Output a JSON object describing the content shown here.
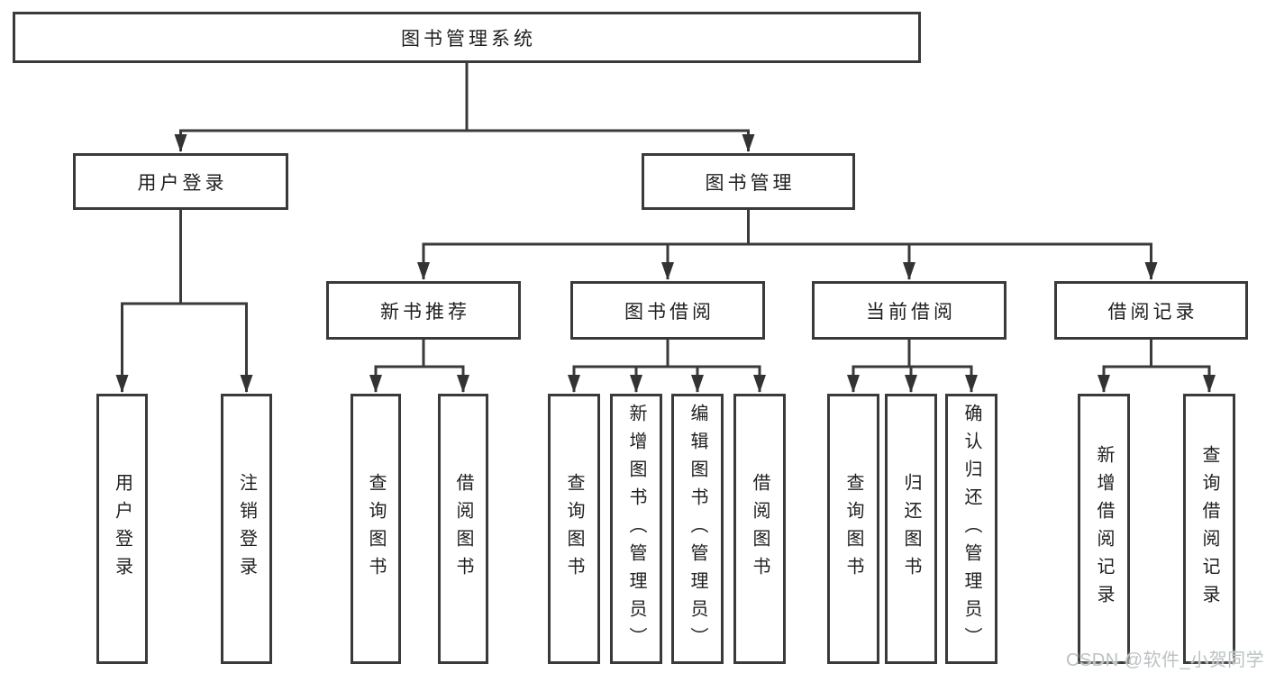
{
  "diagram_type": "functional-structure-tree",
  "tree": {
    "label": "图书管理系统",
    "children": [
      {
        "label": "用户登录",
        "children": [
          {
            "label": "用户登录"
          },
          {
            "label": "注销登录"
          }
        ]
      },
      {
        "label": "图书管理",
        "children": [
          {
            "label": "新书推荐",
            "children": [
              {
                "label": "查询图书"
              },
              {
                "label": "借阅图书"
              }
            ]
          },
          {
            "label": "图书借阅",
            "children": [
              {
                "label": "查询图书"
              },
              {
                "label": "新增图书（管理员）"
              },
              {
                "label": "编辑图书（管理员）"
              },
              {
                "label": "借阅图书"
              }
            ]
          },
          {
            "label": "当前借阅",
            "children": [
              {
                "label": "查询图书"
              },
              {
                "label": "归还图书"
              },
              {
                "label": "确认归还（管理员）"
              }
            ]
          },
          {
            "label": "借阅记录",
            "children": [
              {
                "label": "新增借阅记录"
              },
              {
                "label": "查询借阅记录"
              }
            ]
          }
        ]
      }
    ]
  },
  "watermark": "CSDN @软件_小贺同学",
  "colors": {
    "line": "#3a3a3a",
    "arrow": "#333333",
    "text": "#1f1f1f",
    "box_fill": "#ffffff",
    "watermark": "#bcc2c4"
  }
}
